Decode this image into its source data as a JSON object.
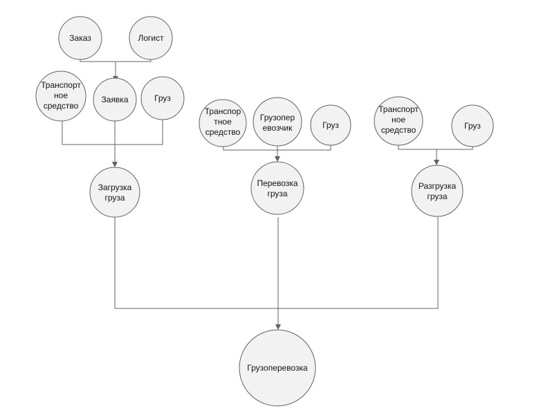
{
  "nodes": {
    "zakaz": [
      "Заказ"
    ],
    "logist": [
      "Логист"
    ],
    "ts1": [
      "Транспорт",
      "ное",
      "средство"
    ],
    "zayavka": [
      "Заявка"
    ],
    "gruz1": [
      "Груз"
    ],
    "ts2": [
      "Транспор",
      "тное",
      "средство"
    ],
    "gruzoperevozchik": [
      "Грузопер",
      "евозчик"
    ],
    "gruz2": [
      "Груз"
    ],
    "ts3": [
      "Транспорт",
      "ное",
      "средство"
    ],
    "gruz3": [
      "Груз"
    ],
    "zagruzka": [
      "Загрузка",
      "груза"
    ],
    "perevozka": [
      "Перевозка",
      "груза"
    ],
    "razgruzka": [
      "Разгрузка",
      "груза"
    ],
    "gruzoperevozka": [
      "Грузоперевозка"
    ]
  },
  "colors": {
    "node_fill": "#f2f2f2",
    "node_stroke": "#606060",
    "line": "#606060",
    "text": "#111111"
  }
}
